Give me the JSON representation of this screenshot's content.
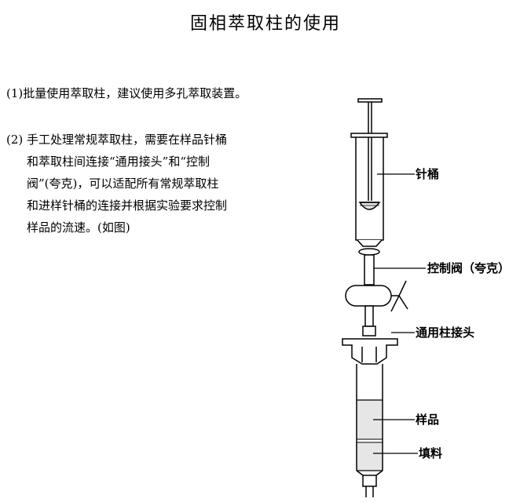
{
  "title": "固相萃取柱的使用",
  "paragraph1": "(1)批量使用萃取柱，建议使用多孔萃取装置。",
  "paragraph2": {
    "first_line": "(2) 手工处理常规萃取柱，需要在样品针桶",
    "lines": [
      "和萃取柱间连接“通用接头”和“控制",
      "阀”(夸克)，可以适配所有常规萃取柱",
      "和进样针桶的连接并根据实验要求控制",
      "样品的流速。(如图)"
    ]
  },
  "labels": {
    "syringe": "针桶",
    "valve": "控制阀（夸克）",
    "adapter": "通用柱接头",
    "sample": "样品",
    "packing": "填料"
  }
}
